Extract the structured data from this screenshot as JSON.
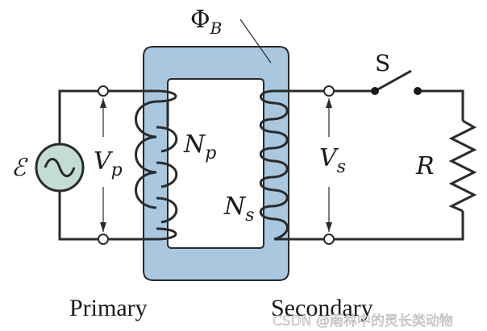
{
  "diagram": {
    "flux_label": "Φ",
    "flux_subscript": "B",
    "emf_label": "ℰ",
    "primary_voltage": "V",
    "primary_voltage_sub": "p",
    "secondary_voltage": "V",
    "secondary_voltage_sub": "s",
    "primary_turns": "N",
    "primary_turns_sub": "p",
    "secondary_turns": "N",
    "secondary_turns_sub": "s",
    "switch_label": "S",
    "resistor_label": "R",
    "primary_caption": "Primary",
    "secondary_caption": "Secondary",
    "watermark": "CSDN @雨林中的灵长类动物"
  },
  "colors": {
    "core_fill": "#a9c8e0",
    "core_stroke": "#2a2a2a",
    "wire": "#2b2b2b",
    "source_fill": "#c3ddd5",
    "background": "#ffffff"
  }
}
